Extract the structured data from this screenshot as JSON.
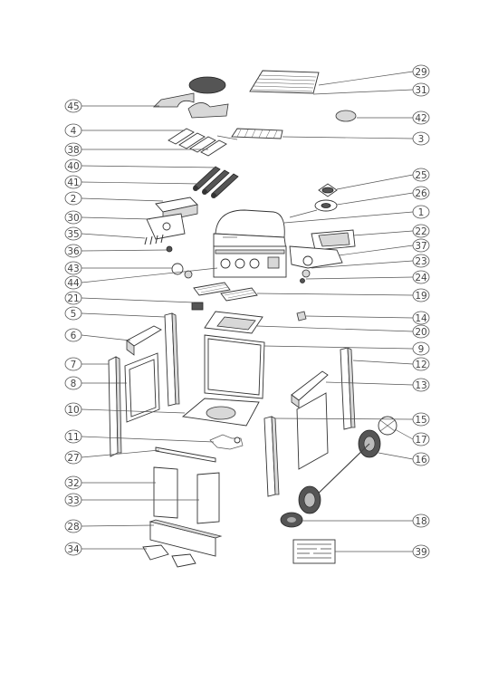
{
  "diagram": {
    "labels": {
      "29": "29",
      "31": "31",
      "42": "42",
      "3": "3",
      "25": "25",
      "26": "26",
      "1": "1",
      "22": "22",
      "37": "37",
      "23": "23",
      "24": "24",
      "19": "19",
      "14": "14",
      "20": "20",
      "9": "9",
      "12": "12",
      "13": "13",
      "15": "15",
      "17": "17",
      "16": "16",
      "18": "18",
      "39": "39",
      "45": "45",
      "4": "4",
      "38": "38",
      "40": "40",
      "41": "41",
      "2": "2",
      "30": "30",
      "35": "35",
      "36": "36",
      "43": "43",
      "44": "44",
      "21": "21",
      "5": "5",
      "6": "6",
      "7": "7",
      "8": "8",
      "10": "10",
      "11": "11",
      "27": "27",
      "32": "32",
      "33": "33",
      "28": "28",
      "34": "34"
    }
  }
}
